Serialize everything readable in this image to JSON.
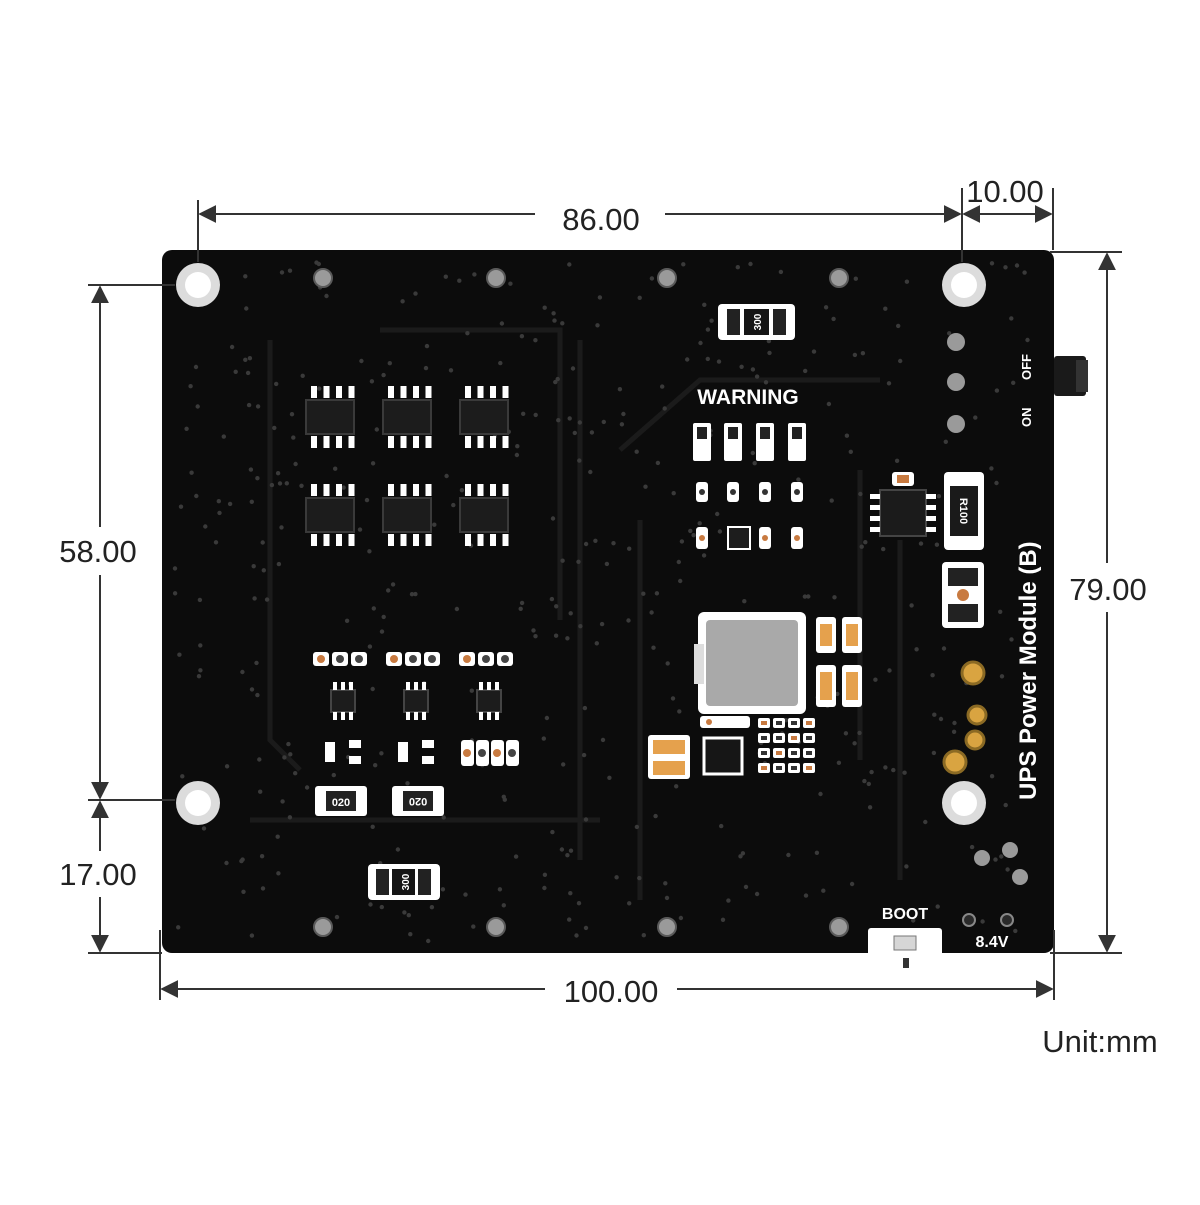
{
  "dimensions": {
    "top_width": "86.00",
    "top_right_offset": "10.00",
    "left_upper_height": "58.00",
    "left_lower_height": "17.00",
    "right_height": "79.00",
    "bottom_width": "100.00",
    "unit_note": "Unit:mm"
  },
  "board": {
    "title": "UPS Power Module (B)",
    "warning_label": "WARNING",
    "switch_on_label": "ON",
    "switch_off_label": "OFF",
    "boot_label": "BOOT",
    "voltage_label": "8.4V",
    "shunt_marking": "R100",
    "resistor_marking_1": "020",
    "resistor_marking_2": "020",
    "fuse_marking": "300",
    "colors": {
      "pcb": "#0c0c0c",
      "silkscreen": "#ffffff",
      "dimension_line": "#333333",
      "gold_pad": "#d9a441",
      "inductor": "#a9a9a9"
    }
  }
}
